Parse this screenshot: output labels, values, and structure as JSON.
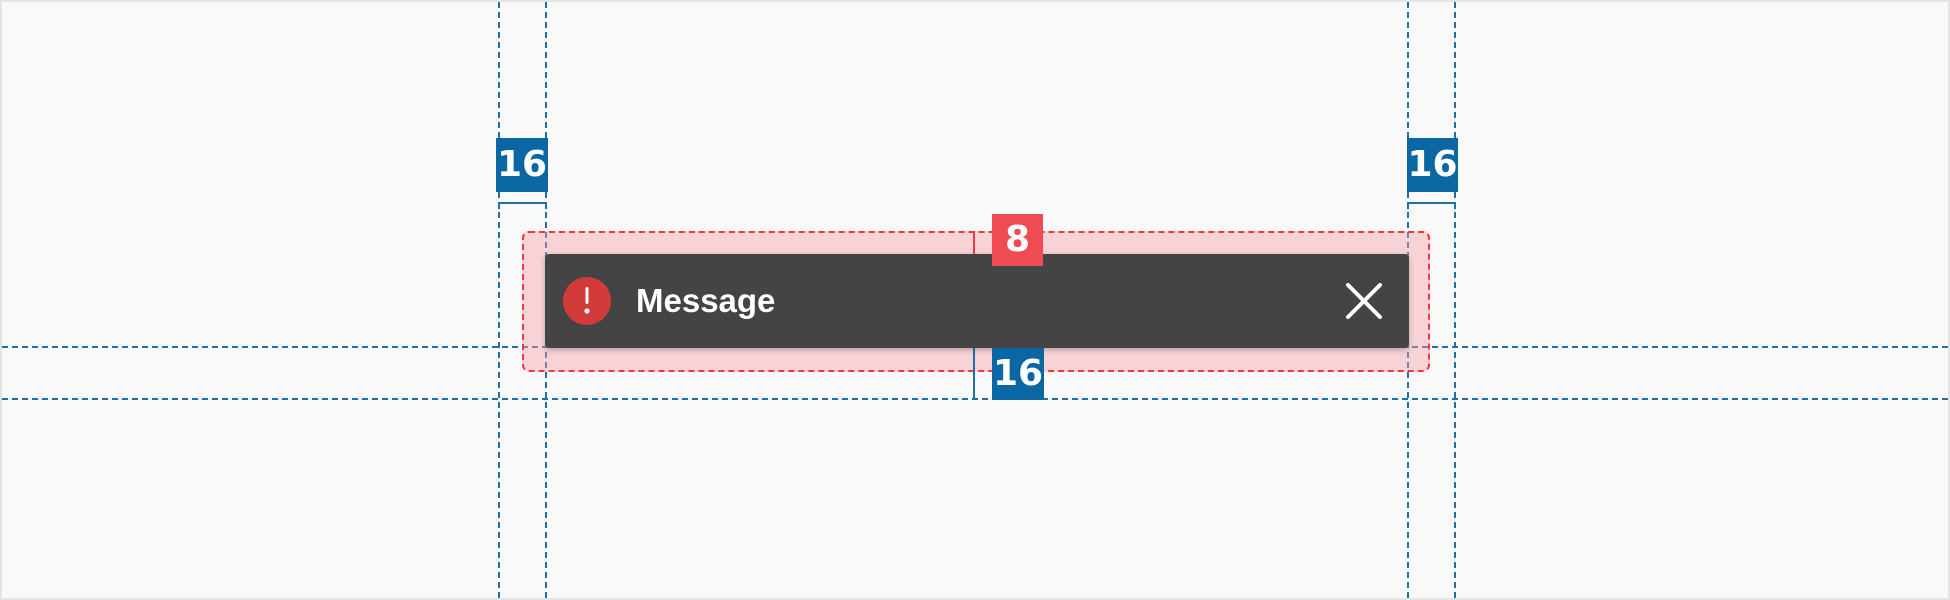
{
  "toast": {
    "message": "Message",
    "icon": "alert-icon",
    "close_icon": "close-icon"
  },
  "spec": {
    "left_padding_label": "16",
    "right_padding_label": "16",
    "top_gap_label": "8",
    "bottom_margin_label": "16"
  },
  "colors": {
    "toast_background": "#444444",
    "alert_icon": "#d33a3a",
    "guide_blue": "#0b66a4",
    "spacing_red": "#ef4b55"
  }
}
